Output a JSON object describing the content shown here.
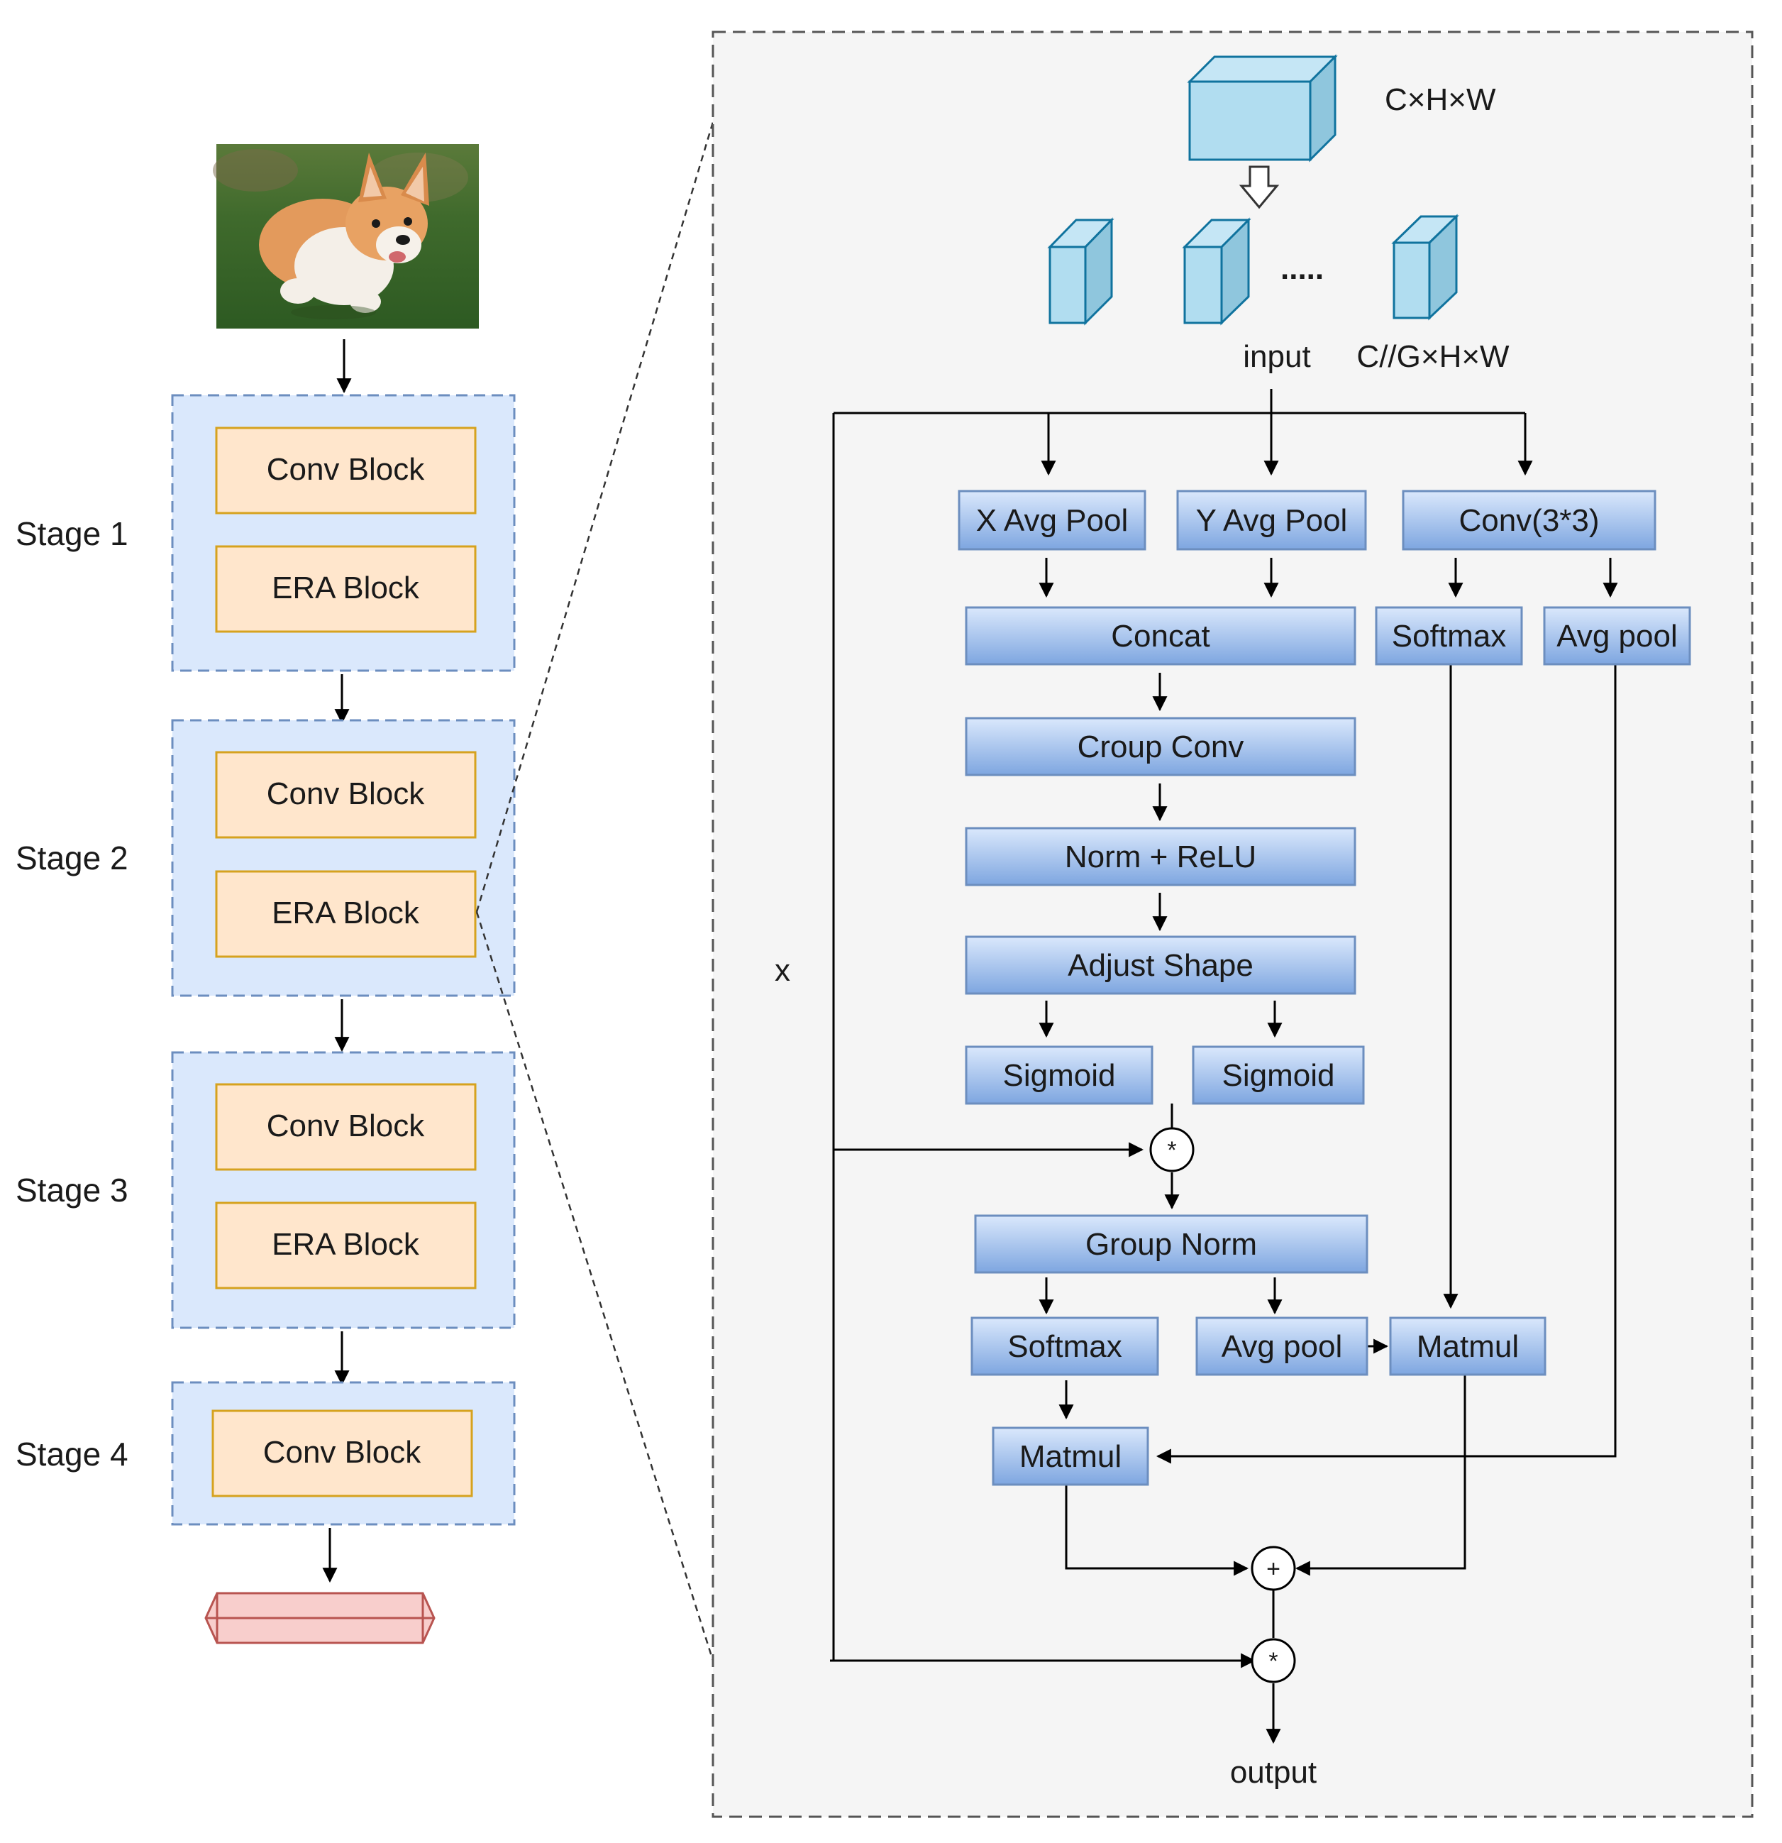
{
  "left_pipeline": {
    "stages": [
      {
        "label": "Stage  1",
        "blocks": [
          "Conv Block",
          "ERA Block"
        ]
      },
      {
        "label": "Stage  2",
        "blocks": [
          "Conv Block",
          "ERA Block"
        ]
      },
      {
        "label": "Stage  3",
        "blocks": [
          "Conv Block",
          "ERA Block"
        ]
      },
      {
        "label": "Stage  4",
        "blocks": [
          "Conv Block"
        ]
      }
    ],
    "input_image": "corgi-photo",
    "output": "output-prism"
  },
  "era_detail": {
    "input_dim": "C×H×W",
    "group_dim": "C//G×H×W",
    "input_label": "input",
    "dots": ".....",
    "x_label": "x",
    "output_label": "output",
    "x_avg_pool": "X Avg Pool",
    "y_avg_pool": "Y Avg Pool",
    "conv3x3": "Conv(3*3)",
    "concat": "Concat",
    "softmax_top": "Softmax",
    "avgpool_top": "Avg pool",
    "group_conv": "Croup Conv",
    "norm_relu": "Norm + ReLU",
    "adjust_shape": "Adjust Shape",
    "sigmoid_1": "Sigmoid",
    "sigmoid_2": "Sigmoid",
    "mul_op": "*",
    "group_norm": "Group Norm",
    "softmax_bottom": "Softmax",
    "avgpool_bottom": "Avg pool",
    "matmul_right": "Matmul",
    "matmul_left": "Matmul",
    "add_op": "+",
    "mul_op_final": "*"
  },
  "colors": {
    "stage_fill": "#dae8fc",
    "stage_border": "#6c8ebf",
    "block_fill": "#ffe6cc",
    "block_border": "#d6a21e",
    "panel_fill": "#f5f5f5",
    "cube_fill": "#b1ddf0",
    "cube_border": "#10739e",
    "blue_box_top": "#dae8fc",
    "blue_box_bottom": "#7ea6e0",
    "output_fill": "#f8cecc",
    "output_border": "#b85450"
  }
}
